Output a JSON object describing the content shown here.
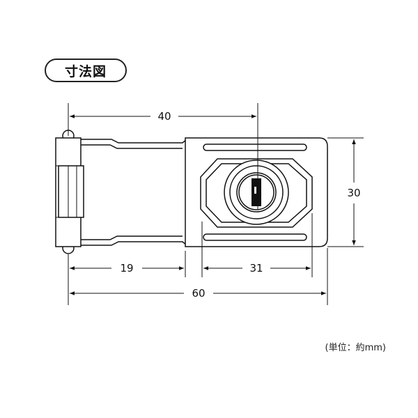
{
  "title": "寸法図",
  "dimensions": {
    "top": "40",
    "right": "30",
    "bottom_left": "19",
    "bottom_middle": "31",
    "overall": "60"
  },
  "unit_note": "(単位：約mm)",
  "colors": {
    "line": "#111111",
    "background": "#ffffff"
  }
}
